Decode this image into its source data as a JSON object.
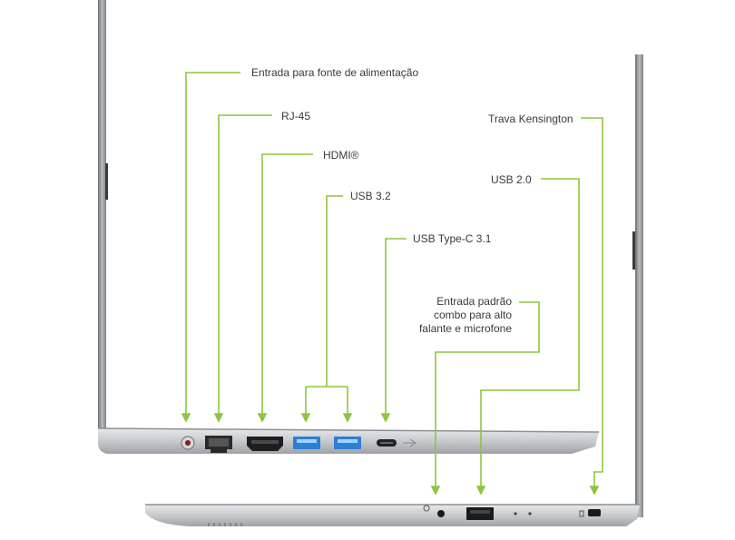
{
  "callouts": {
    "power": "Entrada para fonte de alimentação",
    "rj45": "RJ-45",
    "hdmi": "HDMI®",
    "usb32": "USB 3.2",
    "usbc": "USB Type-C 3.1",
    "kensington": "Trava Kensington",
    "usb20": "USB 2.0",
    "audio": "Entrada padrão combo para alto falante e microfone"
  },
  "colors": {
    "callout_line": "#8dc63f",
    "chassis": "#c9ccd0",
    "usb_port": "#2d7fd4"
  }
}
